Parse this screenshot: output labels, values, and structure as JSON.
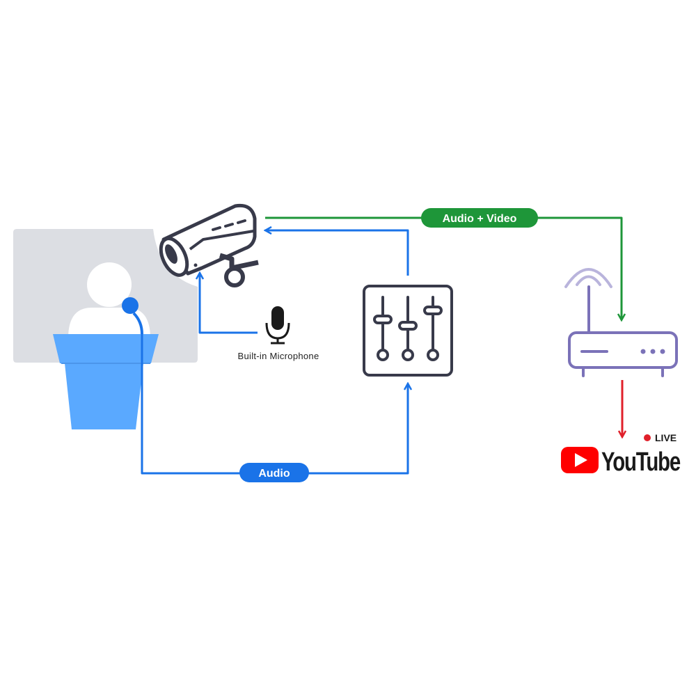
{
  "labels": {
    "audio_video": "Audio + Video",
    "audio": "Audio",
    "builtin_mic": "Built-in Microphone",
    "live": "LIVE",
    "youtube": "YouTube"
  },
  "icons": {
    "presenter": "presenter-at-podium-icon",
    "camera": "security-camera-icon",
    "microphone": "microphone-icon",
    "mixer": "audio-mixer-icon",
    "router": "wifi-router-icon",
    "youtube": "youtube-logo-icon"
  },
  "colors": {
    "blue_flow": "#1a73e8",
    "green_flow": "#1e9639",
    "red_flow": "#e0202a",
    "youtube_red": "#ff0000",
    "router": "#7b72b8",
    "podium": "#5aa9ff",
    "backdrop": "#dcdee3"
  }
}
